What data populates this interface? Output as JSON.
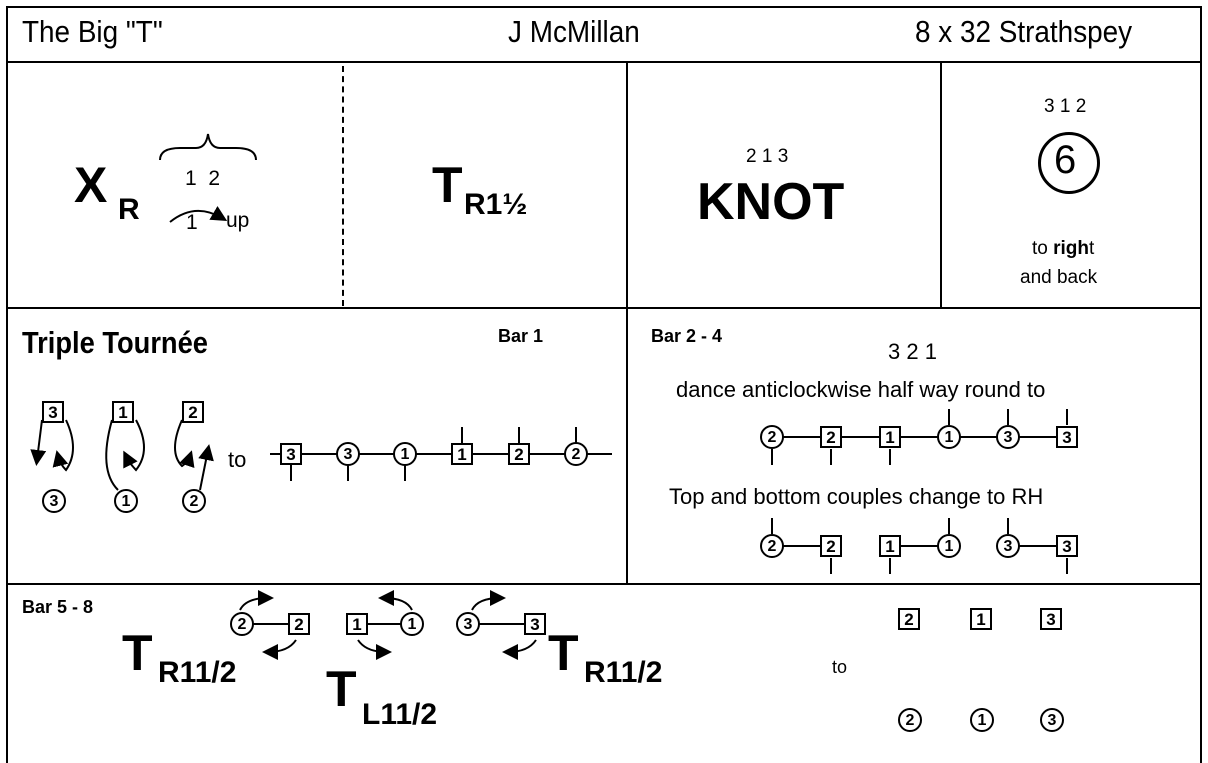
{
  "header": {
    "title": "The Big \"T\"",
    "author": "J McMillan",
    "format": "8 x 32 Strathspey"
  },
  "row1": {
    "cell1": {
      "x_main": "X",
      "x_sub": "R",
      "top_nums": "1  2",
      "bottom_num": "1",
      "up": "up"
    },
    "cell2": {
      "t_main": "T",
      "t_sub": "R1½"
    },
    "cell3": {
      "order": "2 1 3",
      "knot": "KNOT"
    },
    "cell4": {
      "order": "3 1 2",
      "six": "6",
      "line1_pre": "to ",
      "line1_bold": "righ",
      "line1_post": "t",
      "line2": "and back"
    }
  },
  "row2": {
    "left": {
      "title": "Triple Tournée",
      "bar": "Bar 1",
      "to": "to",
      "start_squares": [
        "3",
        "1",
        "2"
      ],
      "start_circles": [
        "3",
        "1",
        "2"
      ],
      "line_squares": [
        "3",
        "1",
        "2"
      ],
      "line_circles": [
        "3",
        "1",
        "2"
      ]
    },
    "right": {
      "bar": "Bar 2 - 4",
      "order": "3 2 1",
      "line1": "dance anticlockwise half way round to",
      "line2": "Top and bottom couples change to RH",
      "a_circles": [
        "2",
        "1",
        "3"
      ],
      "a_squares": [
        "2",
        "1",
        "3"
      ],
      "b_circles": [
        "2",
        "1",
        "3"
      ],
      "b_squares": [
        "2",
        "1",
        "3"
      ]
    }
  },
  "row3": {
    "bar": "Bar 5 - 8",
    "t1_main": "T",
    "t1_sub": "R11/2",
    "t2_main": "T",
    "t2_sub": "L11/2",
    "t3_main": "T",
    "t3_sub": "R11/2",
    "to": "to",
    "pair_circles": [
      "2",
      "1",
      "3"
    ],
    "pair_squares": [
      "2",
      "1",
      "3"
    ],
    "end_squares": [
      "2",
      "1",
      "3"
    ],
    "end_circles": [
      "2",
      "1",
      "3"
    ]
  }
}
